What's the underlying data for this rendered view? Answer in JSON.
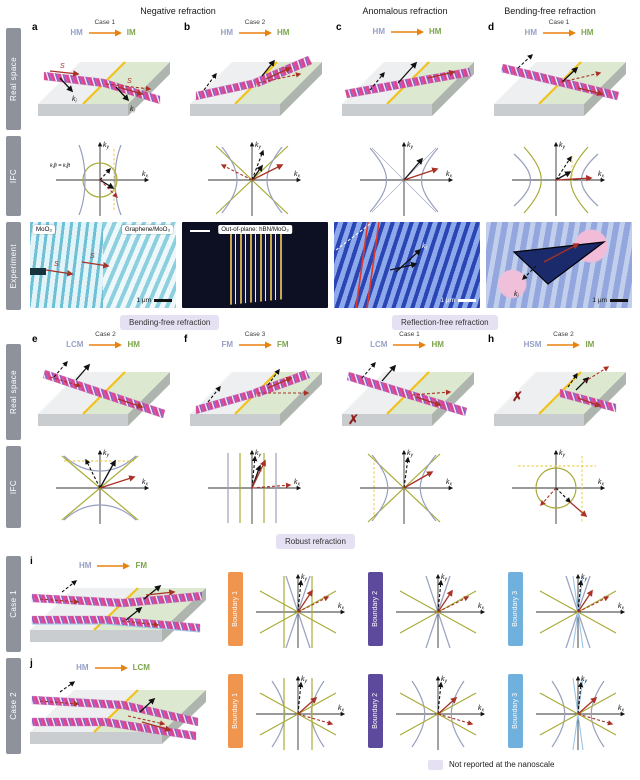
{
  "headers": {
    "col1": "Negative refraction",
    "col2": "Anomalous refraction",
    "col3": "Bending-free refraction"
  },
  "row_labels": {
    "real_space_1": "Real space",
    "ifc_1": "IFC",
    "experiment": "Experiment",
    "real_space_2": "Real space",
    "ifc_2": "IFC",
    "case_1": "Case 1",
    "case_2": "Case 2"
  },
  "badges": {
    "bending_free": "Bending-free refraction",
    "reflection_free": "Reflection-free refraction",
    "robust": "Robust refraction",
    "not_reported": "Not reported at the nanoscale"
  },
  "panels": {
    "a": {
      "letter": "a",
      "from": "HM",
      "case": "Case 1",
      "to": "IM"
    },
    "b": {
      "letter": "b",
      "from": "HM",
      "case": "Case 2",
      "to": "HM"
    },
    "c": {
      "letter": "c",
      "from": "HM",
      "case": "",
      "to": "HM"
    },
    "d": {
      "letter": "d",
      "from": "HM",
      "case": "Case 1",
      "to": "HM"
    },
    "e": {
      "letter": "e",
      "from": "LCM",
      "case": "Case 2",
      "to": "HM"
    },
    "f": {
      "letter": "f",
      "from": "FM",
      "case": "Case 3",
      "to": "FM"
    },
    "g": {
      "letter": "g",
      "from": "LCM",
      "case": "Case 1",
      "to": "HM"
    },
    "h": {
      "letter": "h",
      "from": "HSM",
      "case": "Case 2",
      "to": "IM"
    },
    "i": {
      "letter": "i",
      "from": "HM",
      "case": "",
      "to": "FM"
    },
    "j": {
      "letter": "j",
      "from": "HM",
      "case": "",
      "to": "LCM"
    }
  },
  "experiment": {
    "label_1a": "MoO₃",
    "label_1b": "Graphene/MoO₃",
    "label_2": "Out-of-plane: hBN/MoO₃",
    "scale_bar": "1 μm"
  },
  "boundaries": {
    "b1": "Boundary 1",
    "b2": "Boundary 2",
    "b3": "Boundary 3"
  },
  "symbols": {
    "k": "k",
    "x": "x",
    "y": "y",
    "i": "i",
    "r": "r",
    "t": "t",
    "S": "S",
    "cross": "✗",
    "kpar": "k∥i = k∥t"
  },
  "colors": {
    "material_left": "#96a0c8",
    "material_right": "#7da44d",
    "arrow_orange": "#e8820e",
    "badge_bg": "#e6e0f3",
    "boundary_1": "#f0954e",
    "boundary_2": "#5d4a9c",
    "boundary_3": "#6fb0dc",
    "row_bar": "#8d929b",
    "boundary_line_yellow": "#f2c21c",
    "k_arrow_black": "#111111",
    "s_arrow_red": "#a93226",
    "ifc_olive": "#a9ab37",
    "ifc_gray": "#98a0bd",
    "ifc_blue": "#9cc6e8"
  }
}
